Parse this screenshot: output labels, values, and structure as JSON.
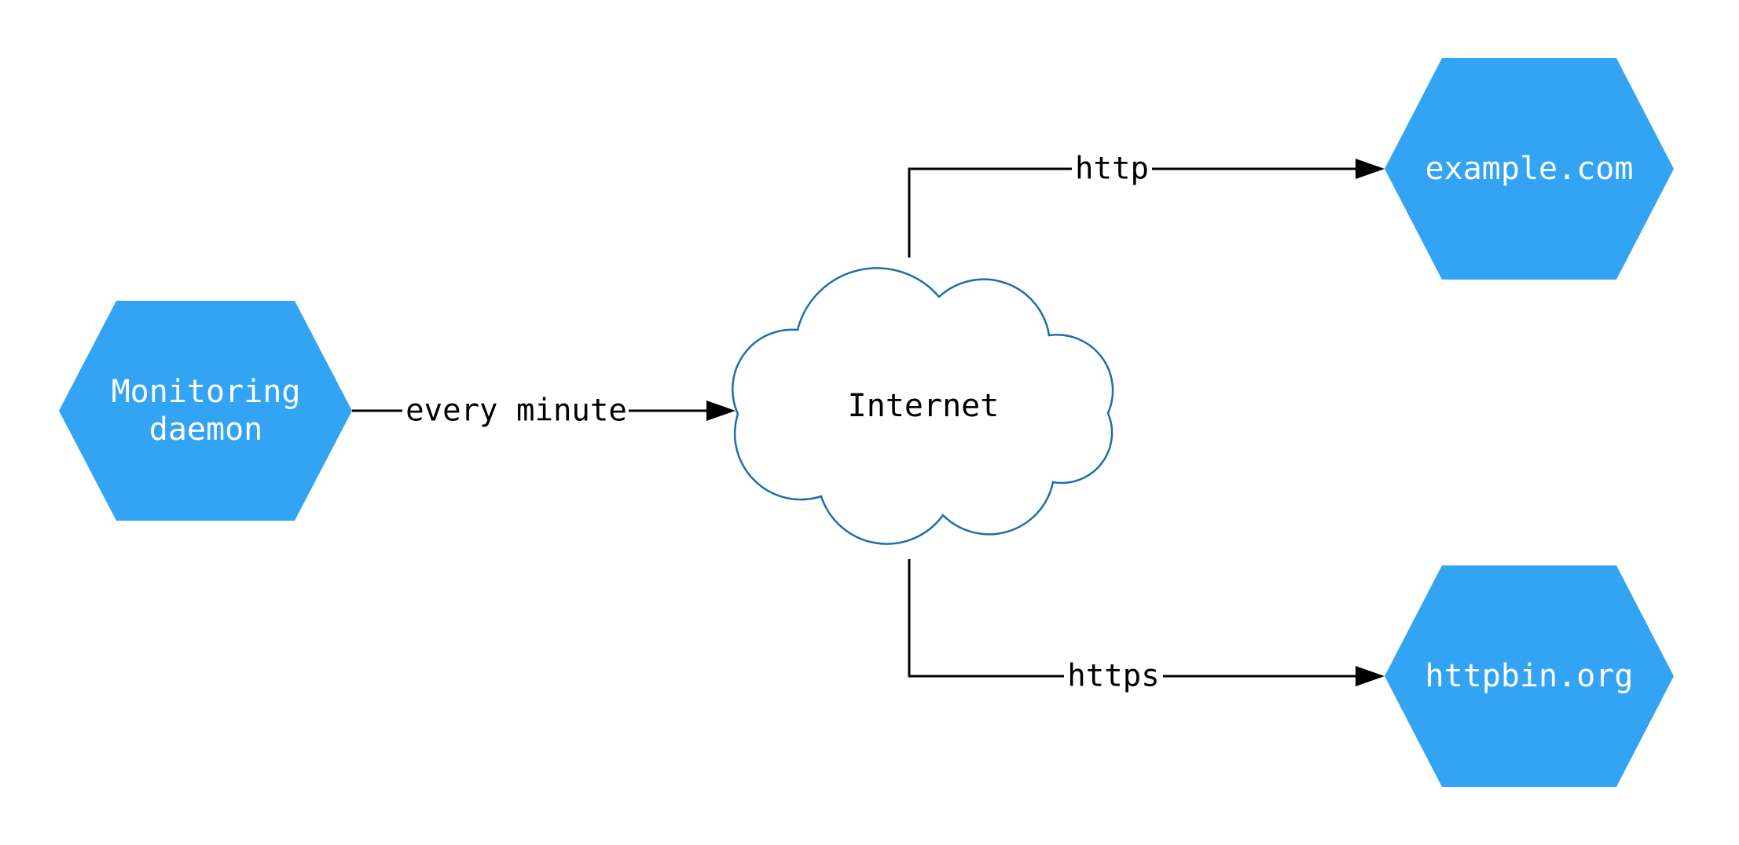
{
  "diagram": {
    "nodes": {
      "monitoring_daemon": {
        "type": "hexagon",
        "label_lines": [
          "Monitoring",
          "daemon"
        ],
        "fill": "#33a3f3",
        "text_color": "#ffffff"
      },
      "internet": {
        "type": "cloud",
        "label": "Internet",
        "fill": "#ffffff",
        "stroke": "#1b6fa8",
        "text_color": "#000000"
      },
      "example_com": {
        "type": "hexagon",
        "label": "example.com",
        "fill": "#33a3f3",
        "text_color": "#ffffff"
      },
      "httpbin_org": {
        "type": "hexagon",
        "label": "httpbin.org",
        "fill": "#33a3f3",
        "text_color": "#ffffff"
      }
    },
    "edges": [
      {
        "from": "monitoring_daemon",
        "to": "internet",
        "label": "every minute"
      },
      {
        "from": "internet",
        "to": "example_com",
        "label": "http"
      },
      {
        "from": "internet",
        "to": "httpbin_org",
        "label": "https"
      }
    ],
    "colors": {
      "background": "#ffffff",
      "edge": "#000000",
      "edge_label_text": "#000000",
      "node_fill": "#33a3f3",
      "node_text": "#ffffff",
      "cloud_stroke": "#1b6fa8",
      "cloud_fill": "#ffffff"
    }
  }
}
